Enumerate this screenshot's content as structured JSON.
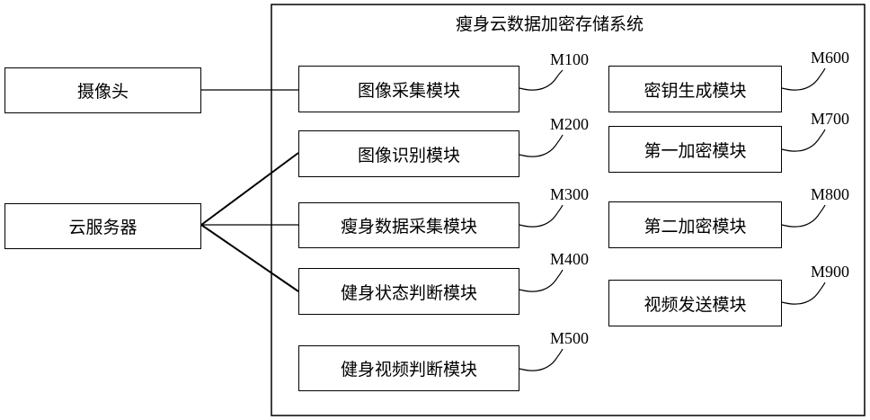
{
  "system": {
    "title": "瘦身云数据加密存储系统"
  },
  "external": {
    "camera": "摄像头",
    "cloud_server": "云服务器"
  },
  "modules_left": [
    {
      "name": "图像采集模块",
      "code": "M100"
    },
    {
      "name": "图像识别模块",
      "code": "M200"
    },
    {
      "name": "瘦身数据采集模块",
      "code": "M300"
    },
    {
      "name": "健身状态判断模块",
      "code": "M400"
    },
    {
      "name": "健身视频判断模块",
      "code": "M500"
    }
  ],
  "modules_right": [
    {
      "name": "密钥生成模块",
      "code": "M600"
    },
    {
      "name": "第一加密模块",
      "code": "M700"
    },
    {
      "name": "第二加密模块",
      "code": "M800"
    },
    {
      "name": "视频发送模块",
      "code": "M900"
    }
  ]
}
